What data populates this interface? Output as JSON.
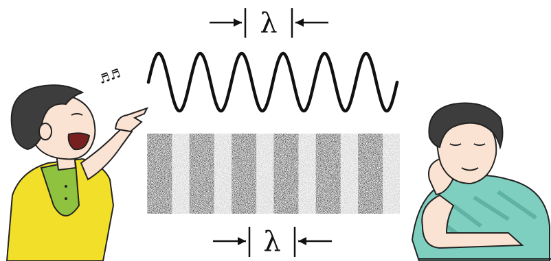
{
  "diagram": {
    "top_label": "λ",
    "bottom_label": "λ",
    "music_notes": "♬♬",
    "wave_cycles": 6,
    "compression_bands": 6,
    "colors": {
      "wave": "#111111",
      "singer_shirt": "#f2df2a",
      "singer_collar": "#8fc23f",
      "listener_shirt": "#7fcfc0",
      "skin": "#fbe3d3",
      "hair": "#3d3d3d"
    }
  }
}
